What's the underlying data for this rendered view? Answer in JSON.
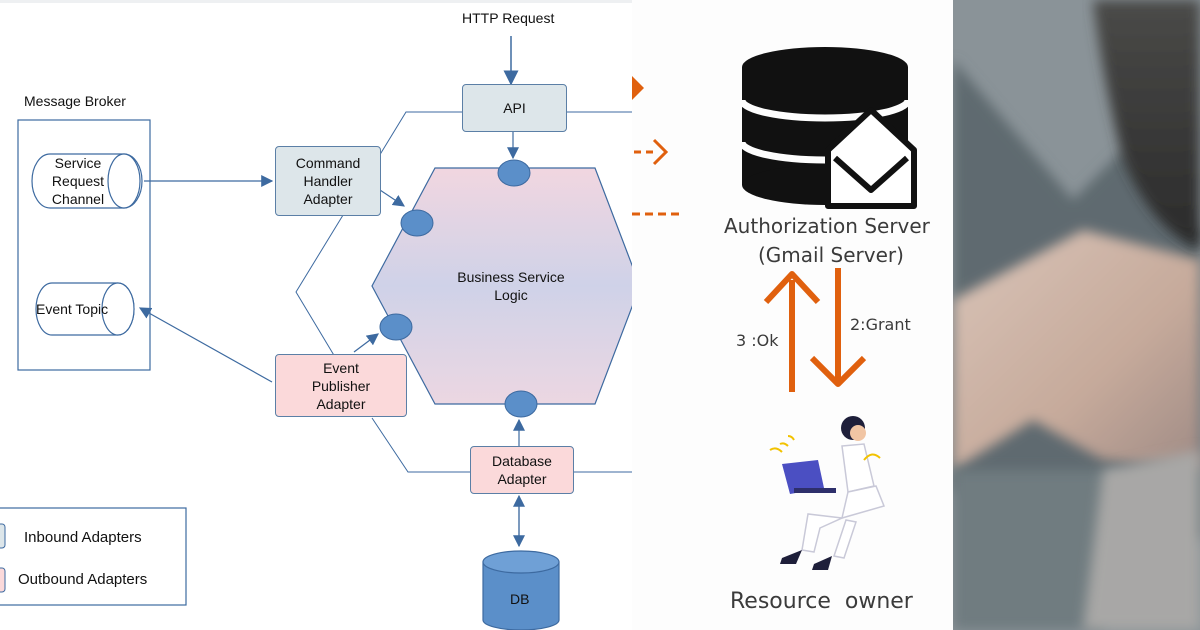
{
  "architecture": {
    "http_request": "HTTP Request",
    "message_broker": "Message Broker",
    "service_request_channel": "Service\nRequest\nChannel",
    "event_topic": "Event Topic",
    "api": "API",
    "command_handler_adapter": "Command\nHandler\nAdapter",
    "event_publisher_adapter": "Event\nPublisher\nAdapter",
    "business_service_logic": "Business Service\nLogic",
    "database_adapter": "Database\nAdapter",
    "db": "DB",
    "legend": {
      "inbound": "Inbound Adapters",
      "outbound": "Outbound Adapters"
    },
    "colors": {
      "inbound_fill": "#dde6ea",
      "outbound_fill": "#fbd9da",
      "line": "#3d6aa0",
      "port_fill": "#5b8fc9"
    }
  },
  "oauth": {
    "authorization_server": "Authorization Server",
    "gmail_server": "(Gmail Server)",
    "step_ok": "3 :Ok",
    "step_grant": "2:Grant",
    "resource_owner": "Resource  owner",
    "icons": [
      "database-icon",
      "envelope-icon",
      "person-with-laptop-icon"
    ],
    "colors": {
      "arrow": "#e0600e",
      "text": "#3b3b3b"
    }
  },
  "photo": {
    "description_icon": "blurred-photo-hand-on-notebook"
  }
}
